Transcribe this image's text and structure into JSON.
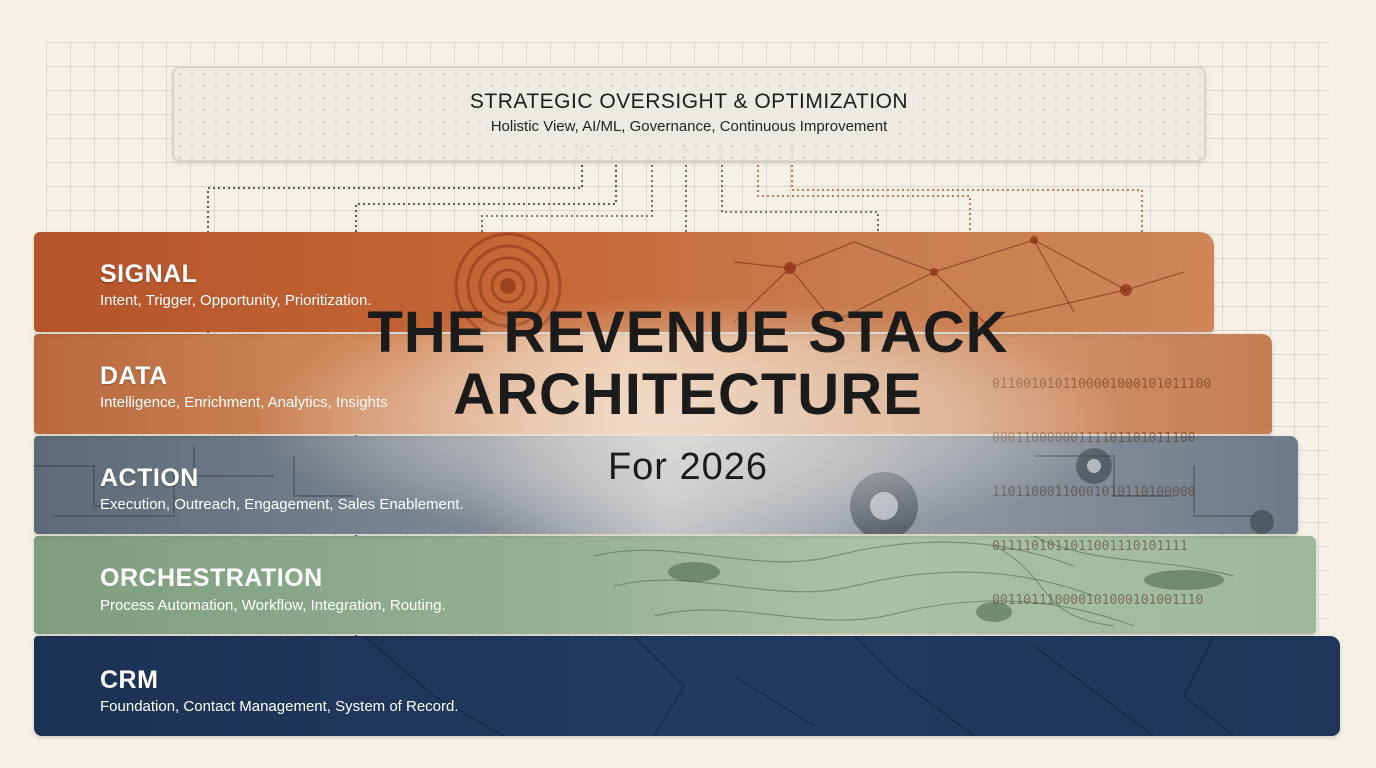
{
  "strategic": {
    "title": "STRATEGIC OVERSIGHT & OPTIMIZATION",
    "subtitle": "Holistic View, AI/ML, Governance, Continuous Improvement"
  },
  "headline": {
    "line1": "THE REVENUE STACK",
    "line2": "ARCHITECTURE",
    "line3": "For 2026"
  },
  "layers": [
    {
      "name": "SIGNAL",
      "desc": "Intent, Trigger, Opportunity, Prioritization.",
      "color": "#b4532a"
    },
    {
      "name": "DATA",
      "desc": "Intelligence, Enrichment, Analytics, Insights",
      "color": "#c87c4f"
    },
    {
      "name": "ACTION",
      "desc": "Execution, Outreach, Engagement, Sales Enablement.",
      "color": "#6e7b88"
    },
    {
      "name": "ORCHESTRATION",
      "desc": "Process Automation, Workflow, Integration, Routing.",
      "color": "#93b092"
    },
    {
      "name": "CRM",
      "desc": "Foundation, Contact Management, System of Record.",
      "color": "#1f3659"
    }
  ],
  "binary_lines": [
    "0110010101100001000101011100",
    "00011000000111101101011100",
    "11011000110001010110100000",
    "0111101011011001110101111",
    "001101110000101000101001110"
  ],
  "icons": [
    "signal-waves-icon",
    "network-icon",
    "circuit-icon",
    "gear-icon",
    "topographic-icon"
  ]
}
